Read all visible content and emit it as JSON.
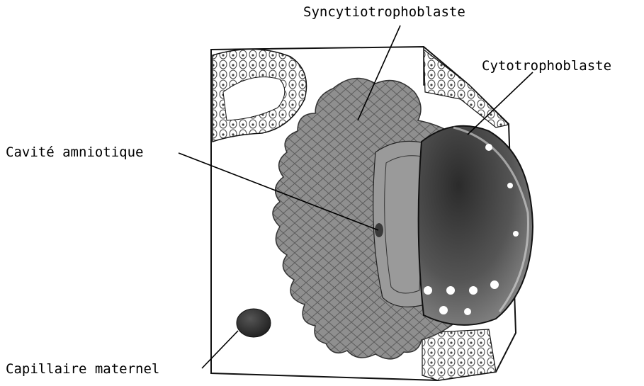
{
  "diagram": {
    "labels": {
      "syncytiotrophoblaste": "Syncytiotrophoblaste",
      "cytotrophoblaste": "Cytotrophoblaste",
      "cavite_amniotique": "Cavité amniotique",
      "capillaire_maternel": "Capillaire maternel"
    },
    "colors": {
      "tissue_gray": "#8a8a8a",
      "cavity_dark": "#3e3e3e",
      "capillary_dark": "#2a2a2a",
      "outline": "#111111"
    }
  }
}
